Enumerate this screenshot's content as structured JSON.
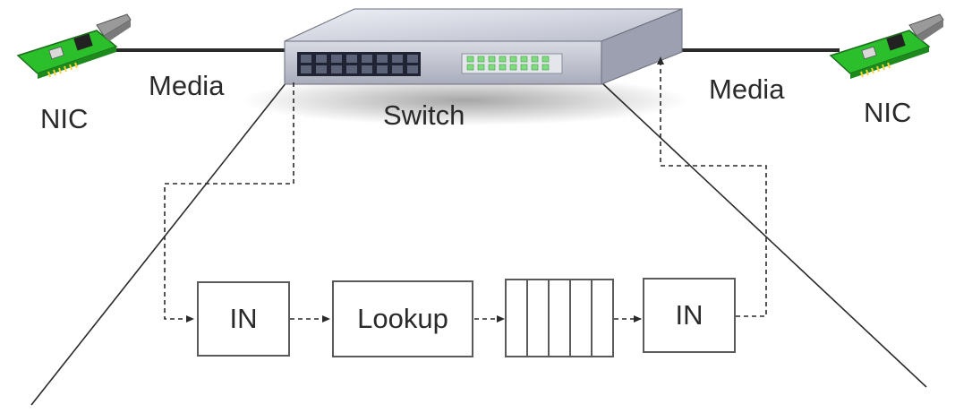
{
  "devices": {
    "nic_left": "NIC",
    "nic_right": "NIC",
    "switch": "Switch"
  },
  "links": {
    "media_left": "Media",
    "media_right": "Media"
  },
  "pipeline": {
    "stages": [
      {
        "label": "IN"
      },
      {
        "label": "Lookup"
      },
      {
        "label": ""
      },
      {
        "label": "IN"
      }
    ]
  },
  "colors": {
    "nic_board": "#2bbf2b",
    "nic_bracket": "#9a9a9a",
    "switch_body": "#c9cbd6",
    "switch_port": "#1f2333",
    "switch_led": "#7fdc7f",
    "line": "#2a2a2a",
    "box_border": "#5a5a5a"
  },
  "icons": {
    "nic": "network-card-icon",
    "switch": "network-switch-icon"
  }
}
